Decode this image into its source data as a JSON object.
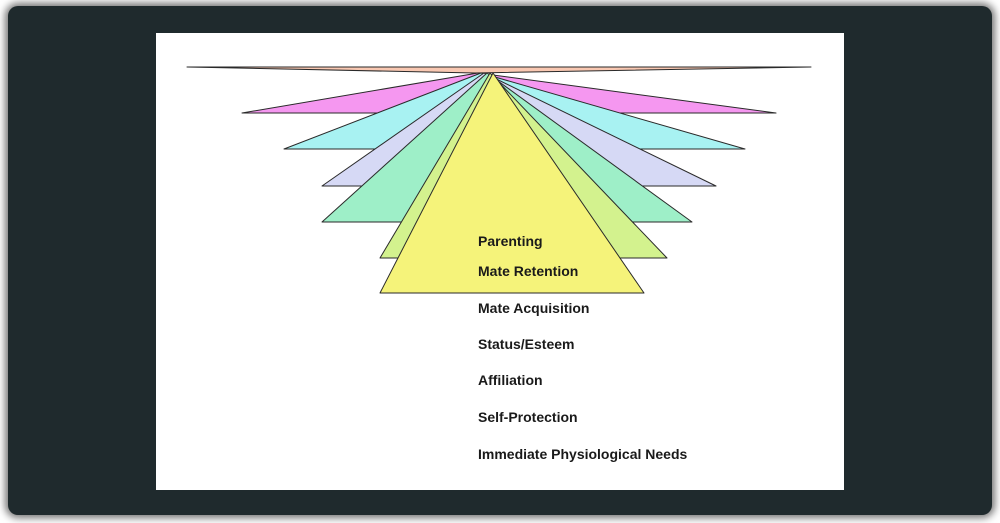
{
  "diagram": {
    "layers": [
      {
        "label": "Parenting",
        "color": "#f5f37a"
      },
      {
        "label": "Mate Retention",
        "color": "#d3f28e"
      },
      {
        "label": "Mate Acquisition",
        "color": "#9eefc8"
      },
      {
        "label": "Status/Esteem",
        "color": "#d6d9f5"
      },
      {
        "label": "Affiliation",
        "color": "#a8f2f2"
      },
      {
        "label": "Self-Protection",
        "color": "#f597f0"
      },
      {
        "label": "Immediate Physiological Needs",
        "color": "#f9c8b2"
      }
    ]
  }
}
